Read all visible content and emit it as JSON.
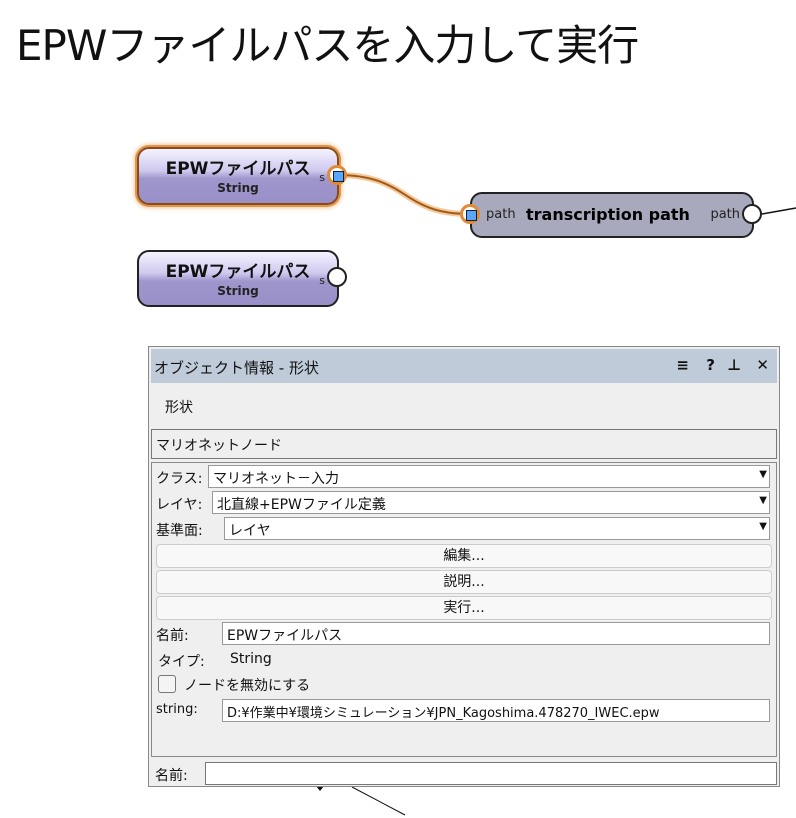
{
  "title": "EPWファイルパスを入力して実行",
  "nodes": [
    {
      "name": "EPWファイルパス",
      "type": "String",
      "port": "s"
    },
    {
      "name": "EPWファイルパス",
      "type": "String",
      "port": "s"
    }
  ],
  "transcription": {
    "name": "transcription path",
    "in_port": "path",
    "out_port": "path"
  },
  "panel": {
    "title": "オブジェクト情報 - 形状",
    "header_icons": [
      "≡",
      "?",
      "ꟼ",
      "✕"
    ],
    "shape_label": "形状",
    "section": "マリオネットノード",
    "class_label": "クラス:",
    "class_value": "マリオネット－入力",
    "layer_label": "レイヤ:",
    "layer_value": "北直線+EPWファイル定義",
    "plane_label": "基準面:",
    "plane_value": "レイヤ",
    "buttons": [
      "編集...",
      "説明...",
      "実行..."
    ],
    "name_label": "名前:",
    "name_value": "EPWファイルパス",
    "type_label": "タイプ:",
    "type_value": "String",
    "disable_label": "ノードを無効にする",
    "string_label": "string:",
    "string_value": "D:¥作業中¥環境シミュレーション¥JPN_Kagoshima.478270_IWEC.epw",
    "bottom_name_label": "名前:",
    "bottom_name_value": ""
  },
  "colors": {
    "accent": "#e08a38",
    "node": "#9f96cc",
    "header": "#bfcbd9"
  }
}
